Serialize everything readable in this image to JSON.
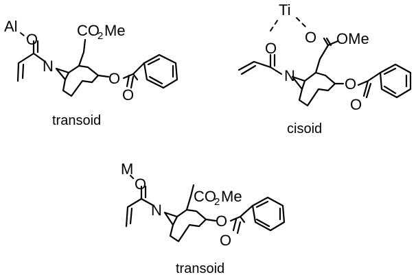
{
  "structures": [
    {
      "metal": "Al",
      "ketone_o": "O",
      "ester_group": "CO",
      "ester_sub": "2",
      "ester_tail": "Me",
      "n": "N",
      "benzoate_o1": "O",
      "benzoate_o2": "O",
      "caption": "transoid"
    },
    {
      "metal": "Ti",
      "ketone_o": "O",
      "ester_o_carbonyl": "O",
      "ester_o_methyl": "OMe",
      "n": "N",
      "benzoate_o1": "O",
      "benzoate_o2": "O",
      "caption": "cisoid"
    },
    {
      "metal": "M",
      "ketone_o": "O",
      "ester_group": "CO",
      "ester_sub": "2",
      "ester_tail": "Me",
      "n": "N",
      "benzoate_o1": "O",
      "benzoate_o2": "O",
      "caption": "transoid"
    }
  ]
}
